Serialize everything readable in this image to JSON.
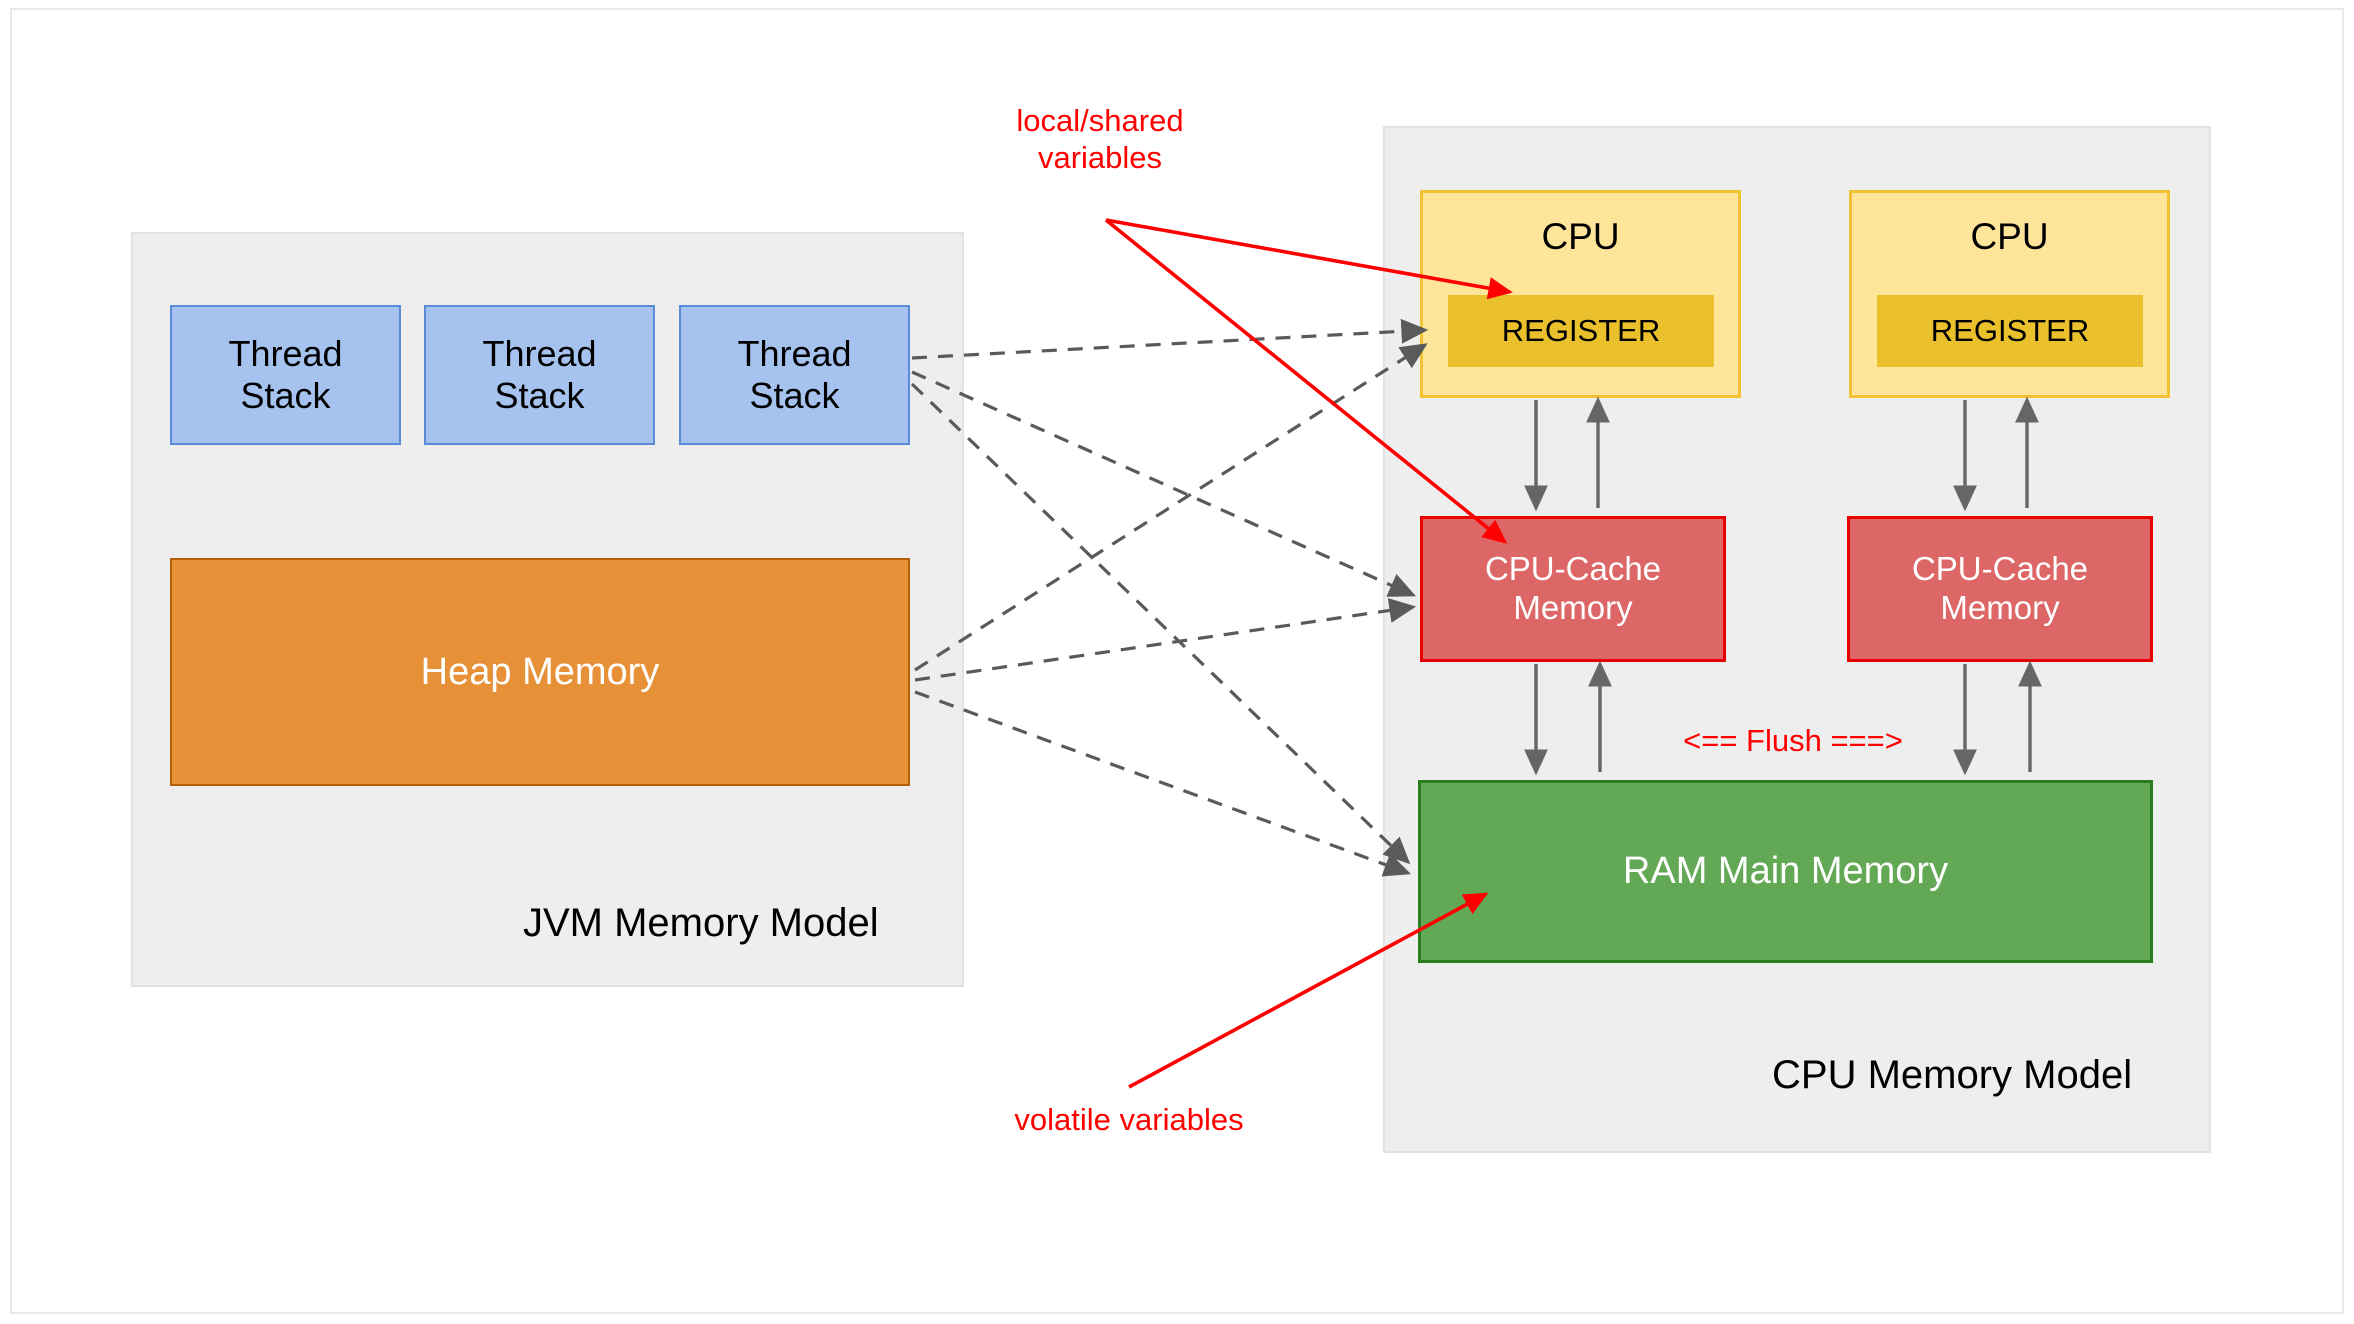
{
  "diagram": {
    "title": "JVM Memory Model and CPU Memory Model",
    "colors": {
      "container_fill": "#eeeeee",
      "container_border": "#e2e2e2",
      "thread_stack_fill": "#a6c3f0",
      "thread_stack_border": "#5b8ad9",
      "heap_fill": "#e69138",
      "heap_border": "#b45f06",
      "cpu_fill": "#ffe599",
      "cpu_border": "#f1c232",
      "register_fill": "#eac12c",
      "cache_fill": "#dd6666",
      "cache_border": "#e80000",
      "ram_fill": "#63a955",
      "ram_border": "#2a7d1e",
      "annotation_red": "#ff0000",
      "dashed_arrow_gray": "#5a5a5a",
      "solid_arrow_gray": "#666666"
    }
  },
  "jvm": {
    "label": "JVM Memory Model",
    "thread_stacks": [
      {
        "line1": "Thread",
        "line2": "Stack"
      },
      {
        "line1": "Thread",
        "line2": "Stack"
      },
      {
        "line1": "Thread",
        "line2": "Stack"
      }
    ],
    "heap": {
      "label": "Heap Memory"
    }
  },
  "cpu_model": {
    "label": "CPU Memory Model",
    "cpus": [
      {
        "label": "CPU",
        "register": {
          "label": "REGISTER"
        }
      },
      {
        "label": "CPU",
        "register": {
          "label": "REGISTER"
        }
      }
    ],
    "caches": [
      {
        "line1": "CPU-Cache",
        "line2": "Memory"
      },
      {
        "line1": "CPU-Cache",
        "line2": "Memory"
      }
    ],
    "ram": {
      "label": "RAM Main Memory"
    },
    "flush": {
      "label": "<== Flush ===>"
    }
  },
  "annotations": {
    "local_shared": {
      "line1": "local/shared",
      "line2": "variables"
    },
    "volatile": {
      "label": "volatile variables"
    }
  }
}
